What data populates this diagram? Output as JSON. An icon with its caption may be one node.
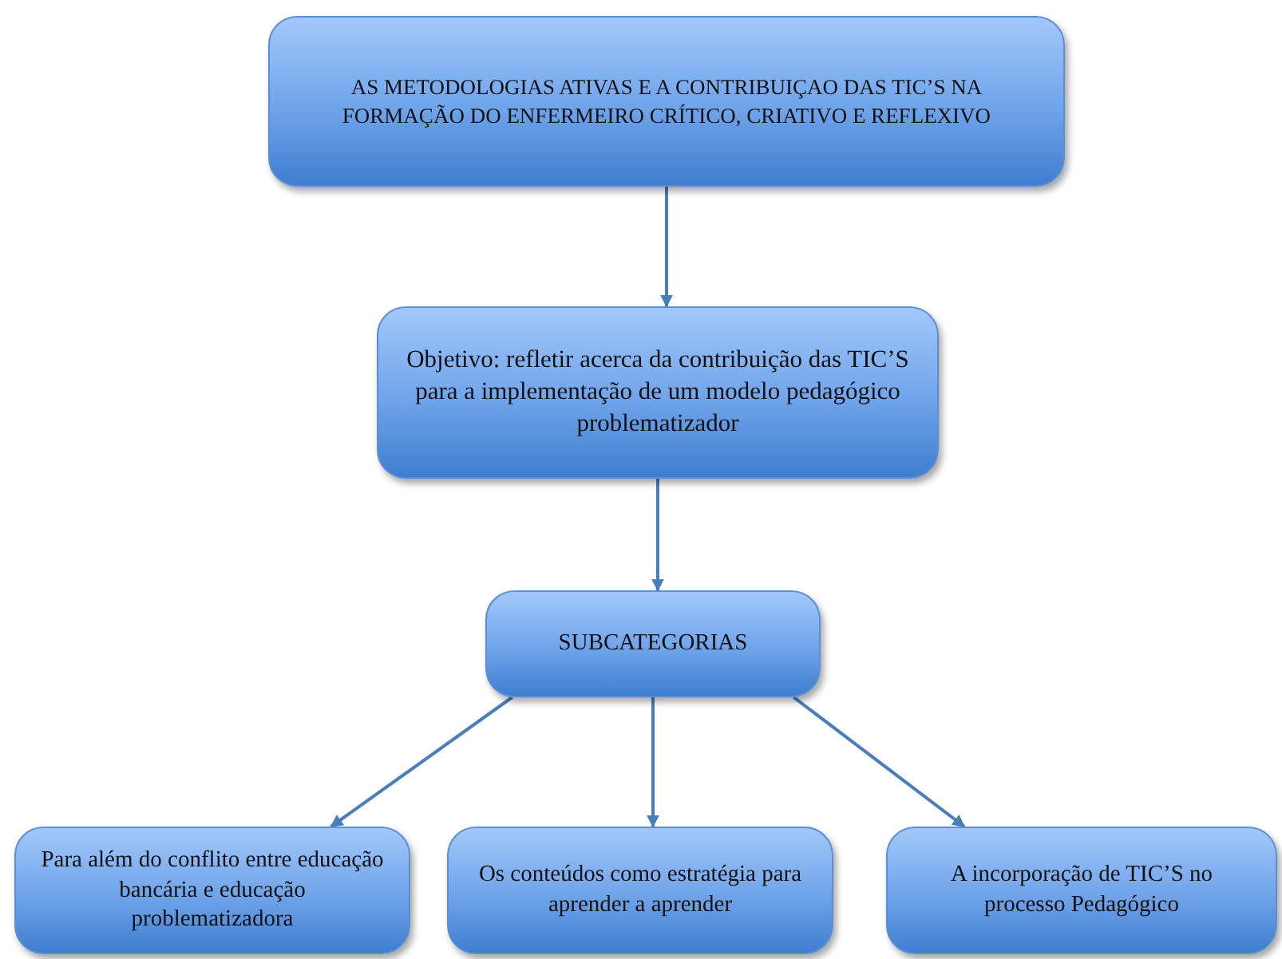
{
  "diagram": {
    "nodes": [
      {
        "text": [
          "AS METODOLOGIAS ATIVAS E A CONTRIBUIÇAO DAS TIC’S NA FORMAÇÃO DO ENFERMEIRO CRÍTICO, CRIATIVO E REFLEXIVO"
        ]
      },
      {
        "text": [
          "Objetivo: refletir acerca da contribuição das TIC’S para a implementação de um modelo pedagógico problematizador"
        ]
      },
      {
        "text": [
          "SUBCATEGORIAS"
        ]
      },
      {
        "text": [
          "Para além do conflito entre educação bancária e educação problematizadora"
        ]
      },
      {
        "text": [
          "Os conteúdos como estratégia para aprender a aprender"
        ]
      },
      {
        "text": [
          "A incorporação de TIC’S no processo Pedagógico"
        ]
      }
    ],
    "edges": [
      {
        "from": 0,
        "to": 1,
        "arrow": "to"
      },
      {
        "from": 1,
        "to": 2,
        "arrow": "to"
      },
      {
        "from": 2,
        "to": 3,
        "arrow": "to"
      },
      {
        "from": 2,
        "to": 4,
        "arrow": "to"
      },
      {
        "from": 2,
        "to": 5,
        "arrow": "to"
      }
    ]
  }
}
